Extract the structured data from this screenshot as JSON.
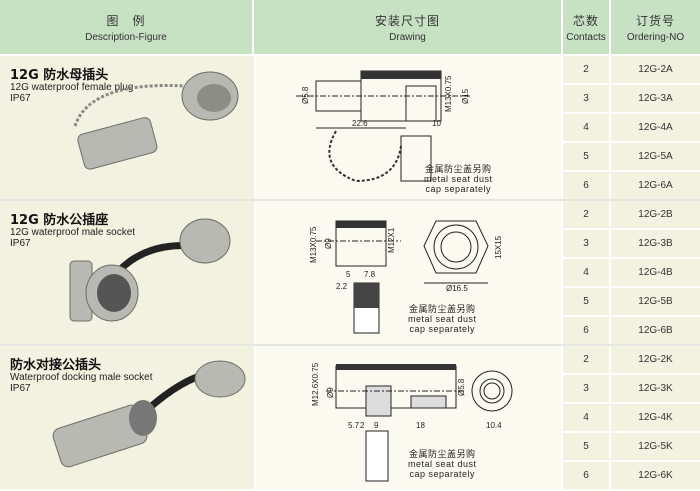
{
  "header": {
    "figure_cn": "图　例",
    "figure_en": "Description-Figure",
    "drawing_cn": "安装尺寸图",
    "drawing_en": "Drawing",
    "contacts_cn": "芯数",
    "contacts_en": "Contacts",
    "order_cn": "订货号",
    "order_en": "Ordering-NO"
  },
  "note": {
    "cn": "金属防尘盖另购",
    "en1": "metal seat dust",
    "en2": "cap separately"
  },
  "sections": [
    {
      "title": "12G 防水母插头",
      "desc": "12G waterproof female plug",
      "ip": "IP67",
      "dims": [
        "Ø5.8",
        "22.6",
        "10",
        "M13X0.75",
        "Ø15"
      ],
      "rows": [
        {
          "contacts": "2",
          "order": "12G-2A"
        },
        {
          "contacts": "3",
          "order": "12G-3A"
        },
        {
          "contacts": "4",
          "order": "12G-4A"
        },
        {
          "contacts": "5",
          "order": "12G-5A"
        },
        {
          "contacts": "6",
          "order": "12G-6A"
        }
      ]
    },
    {
      "title": "12G 防水公插座",
      "desc": "12G waterproof male socket",
      "ip": "IP67",
      "dims": [
        "M13X0.75",
        "Ø9",
        "M12X1",
        "5",
        "7.8",
        "2.2",
        "15X15",
        "Ø16.5"
      ],
      "rows": [
        {
          "contacts": "2",
          "order": "12G-2B"
        },
        {
          "contacts": "3",
          "order": "12G-3B"
        },
        {
          "contacts": "4",
          "order": "12G-4B"
        },
        {
          "contacts": "5",
          "order": "12G-5B"
        },
        {
          "contacts": "6",
          "order": "12G-6B"
        }
      ]
    },
    {
      "title": "防水对接公插头",
      "desc": "Waterproof docking male socket",
      "ip": "IP67",
      "dims": [
        "M12.6X0.75",
        "Ø9",
        "Ø5.8",
        "5.7",
        "2",
        "9",
        "18",
        "10.4"
      ],
      "rows": [
        {
          "contacts": "2",
          "order": "12G-2K"
        },
        {
          "contacts": "3",
          "order": "12G-3K"
        },
        {
          "contacts": "4",
          "order": "12G-4K"
        },
        {
          "contacts": "5",
          "order": "12G-5K"
        },
        {
          "contacts": "6",
          "order": "12G-6K"
        }
      ]
    }
  ]
}
